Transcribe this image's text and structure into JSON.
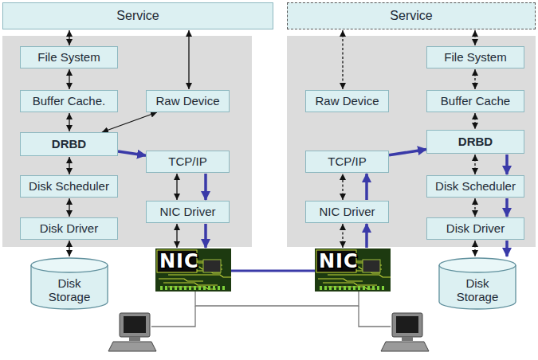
{
  "diagram": {
    "nodes": [
      {
        "text": [
          "Service"
        ]
      },
      {
        "text": [
          "File System"
        ]
      },
      {
        "text": [
          "Buffer Cache."
        ]
      },
      {
        "text": [
          "Raw Device"
        ]
      },
      {
        "text": [
          "DRBD"
        ]
      },
      {
        "text": [
          "TCP/IP"
        ]
      },
      {
        "text": [
          "Disk Scheduler"
        ]
      },
      {
        "text": [
          "NIC Driver"
        ]
      },
      {
        "text": [
          "Disk Driver"
        ]
      },
      {
        "text": [
          "Disk Storage"
        ]
      },
      {
        "text": [
          "NIC"
        ]
      },
      {
        "text": [
          "Service"
        ]
      },
      {
        "text": [
          "Raw Device"
        ]
      },
      {
        "text": [
          "File System"
        ]
      },
      {
        "text": [
          "Buffer Cache"
        ]
      },
      {
        "text": [
          "TCP/IP"
        ]
      },
      {
        "text": [
          "DRBD"
        ]
      },
      {
        "text": [
          "NIC Driver"
        ]
      },
      {
        "text": [
          "Disk Scheduler"
        ]
      },
      {
        "text": [
          "Disk Driver"
        ]
      },
      {
        "text": [
          "NIC"
        ]
      },
      {
        "text": [
          "Disk Storage"
        ]
      }
    ],
    "edges": [
      {
        "from": 0,
        "to": 1,
        "arrow": "both"
      },
      {
        "from": 0,
        "to": 3,
        "arrow": "both"
      },
      {
        "from": 1,
        "to": 2,
        "arrow": "both"
      },
      {
        "from": 2,
        "to": 4,
        "arrow": "both"
      },
      {
        "from": 3,
        "to": 4,
        "arrow": "both"
      },
      {
        "from": 4,
        "to": 5,
        "arrow": "to"
      },
      {
        "from": 4,
        "to": 6,
        "arrow": "both"
      },
      {
        "from": 5,
        "to": 7,
        "arrow": "both"
      },
      {
        "from": 5,
        "to": 7,
        "arrow": "to"
      },
      {
        "from": 7,
        "to": 10,
        "arrow": "both"
      },
      {
        "from": 7,
        "to": 10,
        "arrow": "to"
      },
      {
        "from": 6,
        "to": 8,
        "arrow": "both"
      },
      {
        "from": 8,
        "to": 9,
        "arrow": "both"
      },
      {
        "from": 10,
        "to": 20,
        "arrow": "none"
      },
      {
        "from": 11,
        "to": 12,
        "arrow": "both"
      },
      {
        "from": 11,
        "to": 13,
        "arrow": "both"
      },
      {
        "from": 13,
        "to": 14,
        "arrow": "both"
      },
      {
        "from": 14,
        "to": 16,
        "arrow": "both"
      },
      {
        "from": 15,
        "to": 16,
        "arrow": "to"
      },
      {
        "from": 16,
        "to": 18,
        "arrow": "both"
      },
      {
        "from": 16,
        "to": 18,
        "arrow": "to"
      },
      {
        "from": 18,
        "to": 19,
        "arrow": "both"
      },
      {
        "from": 18,
        "to": 19,
        "arrow": "to"
      },
      {
        "from": 19,
        "to": 21,
        "arrow": "both"
      },
      {
        "from": 19,
        "to": 21,
        "arrow": "to"
      },
      {
        "from": 17,
        "to": 15,
        "arrow": "to"
      },
      {
        "from": 17,
        "to": 15,
        "arrow": "both"
      },
      {
        "from": 20,
        "to": 17,
        "arrow": "to"
      },
      {
        "from": 20,
        "to": 17,
        "arrow": "both"
      }
    ]
  }
}
